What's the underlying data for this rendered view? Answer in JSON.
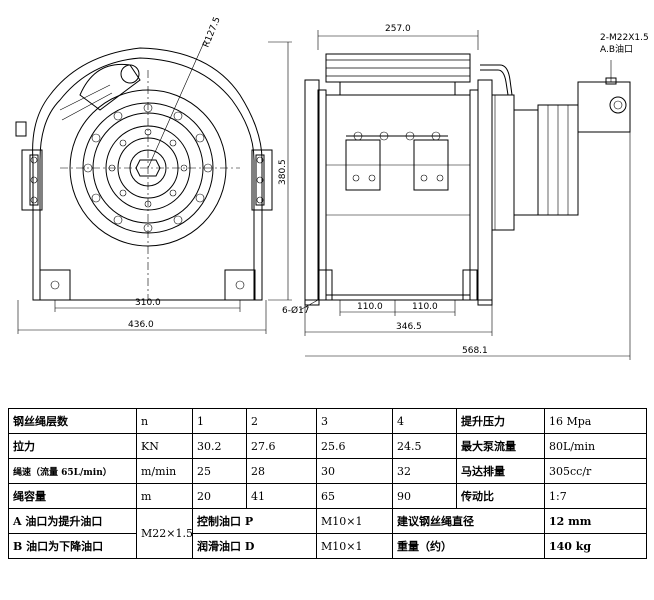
{
  "drawing": {
    "dims": {
      "radius": "R127.5",
      "width_257": "257.0",
      "height_380": "380.5",
      "base_310": "310.0",
      "width_436": "436.0",
      "holes": "6-Ø17",
      "spacing_a": "110.0",
      "spacing_b": "110.0",
      "width_346": "346.5",
      "width_568": "568.1",
      "port_thread": "2-M22X1.5",
      "port_label": "A.B油口"
    }
  },
  "table": {
    "r1": [
      "钢丝绳层数",
      "n",
      "1",
      "2",
      "3",
      "4",
      "提升压力",
      "16 Mpa"
    ],
    "r2": [
      "拉力",
      "KN",
      "30.2",
      "27.6",
      "25.6",
      "24.5",
      "最大泵流量",
      "80L/min"
    ],
    "r3": [
      "绳速（流量 65L/min）",
      "m/min",
      "25",
      "28",
      "30",
      "32",
      "马达排量",
      "305cc/r"
    ],
    "r4": [
      "绳容量",
      "m",
      "20",
      "41",
      "65",
      "90",
      "传动比",
      "1:7"
    ],
    "r5": [
      "A 油口为提升油口",
      "M22×1.5",
      "控制油口 P",
      "M10×1",
      "建议钢丝绳直径",
      "12 mm"
    ],
    "r6": [
      "B 油口为下降油口",
      "润滑油口 D",
      "M10×1",
      "重量（约）",
      "140 kg"
    ]
  }
}
